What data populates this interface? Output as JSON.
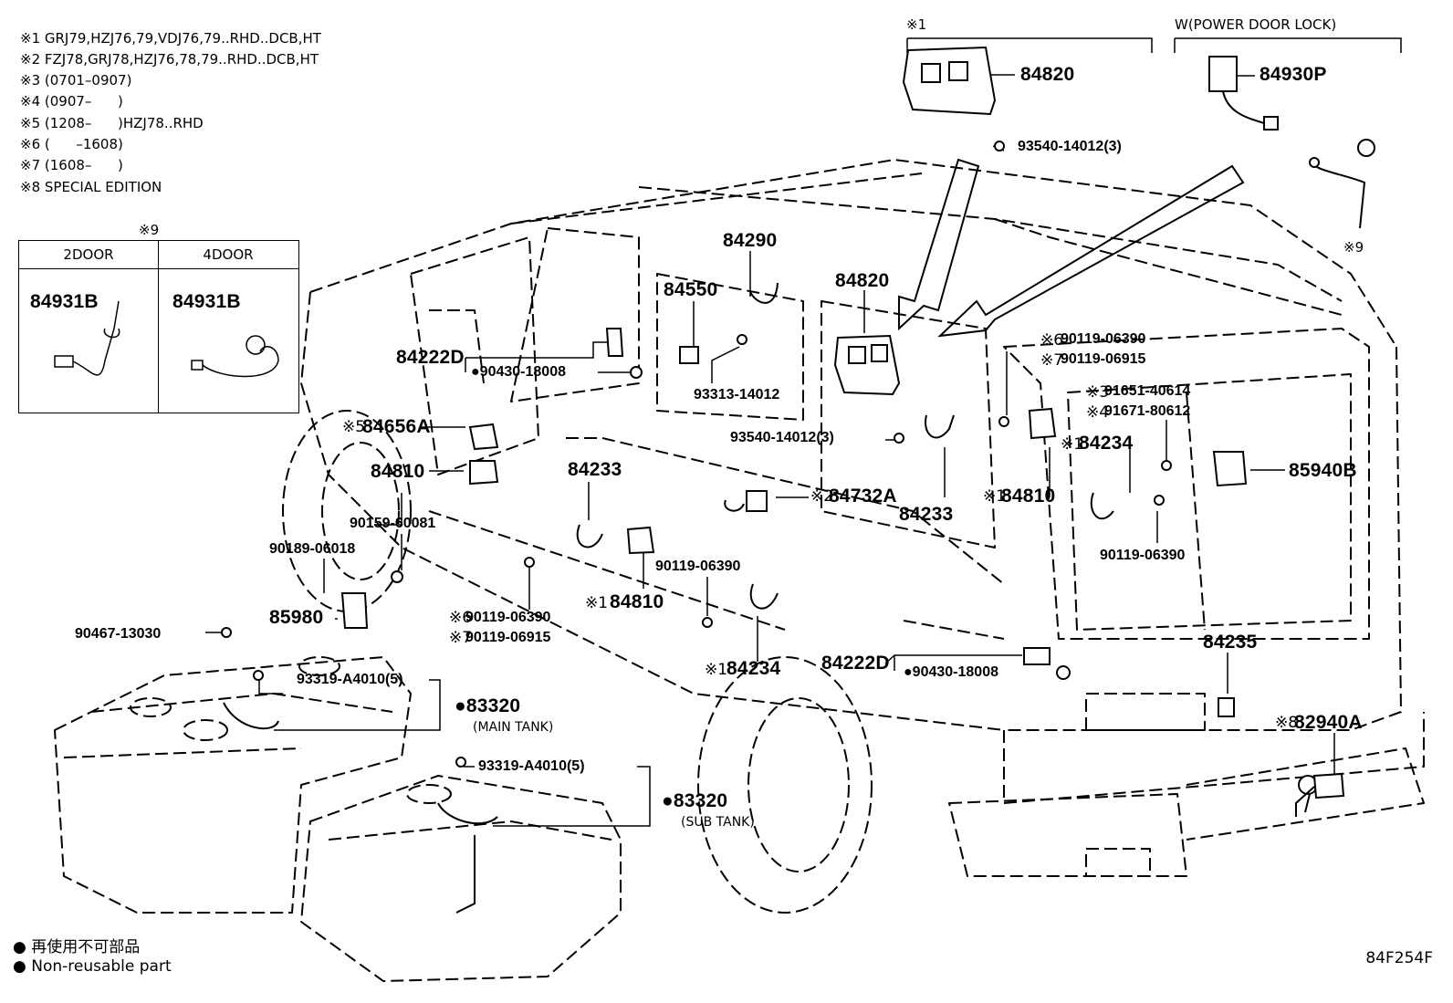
{
  "notes": [
    "※1 GRJ79,HZJ76,79,VDJ76,79..RHD..DCB,HT",
    "※2 FZJ78,GRJ78,HZJ76,78,79..RHD..DCB,HT",
    "※3 (0701–0907)",
    "※4 (0907–      )",
    "※5 (1208–      )HZJ78..RHD",
    "※6 (      –1608)",
    "※7 (1608–      )",
    "※8 SPECIAL EDITION"
  ],
  "inset": {
    "marker": "※9",
    "col1": "2DOOR",
    "col2": "4DOOR",
    "part1": "84931B",
    "part2": "84931B"
  },
  "top_groups": {
    "g1_marker": "※1",
    "g2_title": "W(POWER DOOR LOCK)",
    "marker9": "※9"
  },
  "parts": [
    {
      "label": "84820"
    },
    {
      "label": "93540-14012(3)"
    },
    {
      "label": "84930P"
    },
    {
      "label": "84290"
    },
    {
      "label": "84820"
    },
    {
      "label": "84550"
    },
    {
      "label": "84222D"
    },
    {
      "label": "90430-18008"
    },
    {
      "label": "93313-14012"
    },
    {
      "label": "93540-14012(3)"
    },
    {
      "label": "84656A"
    },
    {
      "label": "84810"
    },
    {
      "label": "84233"
    },
    {
      "label": "90159-60081"
    },
    {
      "label": "90189-06018"
    },
    {
      "label": "85980"
    },
    {
      "label": "90467-13030"
    },
    {
      "label": "90119-06390"
    },
    {
      "label": "90119-06915"
    },
    {
      "label": "84810"
    },
    {
      "label": "90119-06390"
    },
    {
      "label": "84234"
    },
    {
      "label": "84222D"
    },
    {
      "label": "90430-18008"
    },
    {
      "label": "84732A"
    },
    {
      "label": "84233"
    },
    {
      "label": "84810"
    },
    {
      "label": "90119-06390"
    },
    {
      "label": "90119-06915"
    },
    {
      "label": "91651-40614"
    },
    {
      "label": "91671-80612"
    },
    {
      "label": "84234"
    },
    {
      "label": "85940B"
    },
    {
      "label": "90119-06390"
    },
    {
      "label": "84235"
    },
    {
      "label": "82940A"
    },
    {
      "label": "93319-A4010(5)"
    },
    {
      "label": "83320"
    },
    {
      "label": "93319-A4010(5)"
    },
    {
      "label": "83320"
    }
  ],
  "markers": {
    "m5": "※5",
    "m6a": "※6",
    "m7a": "※7",
    "m1a": "※1",
    "m1b": "※1",
    "m2": "※2",
    "m1c": "※1",
    "m6b": "※6",
    "m7b": "※7",
    "m3": "※3",
    "m4": "※4",
    "m1d": "※1",
    "m8": "※8"
  },
  "captions": {
    "main_tank": "(MAIN TANK)",
    "sub_tank": "(SUB TANK)"
  },
  "legend": {
    "line1": "● 再使用不可部品",
    "line2": "● Non-reusable part"
  },
  "diagram_code": "84F254F"
}
